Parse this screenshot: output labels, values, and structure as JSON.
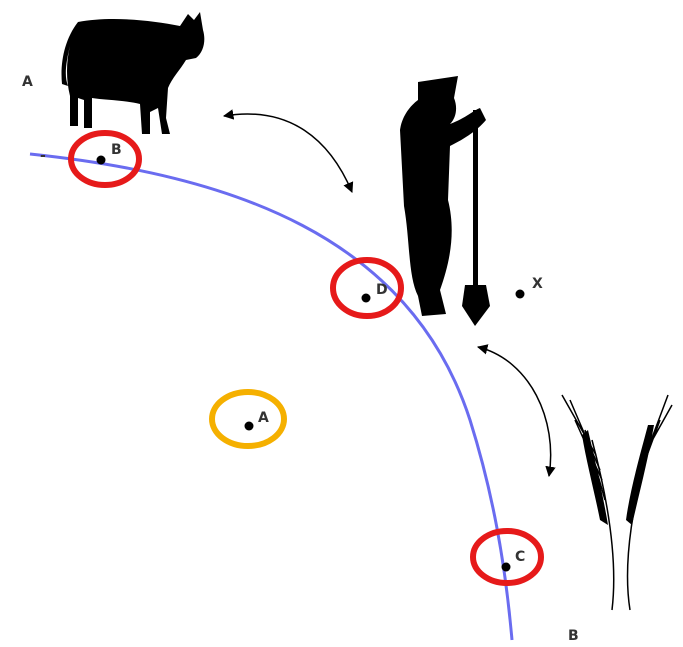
{
  "labels": {
    "top_left": "A",
    "curve_start": "-",
    "point_b": "B",
    "point_d": "D",
    "point_x": "X",
    "point_a": "A",
    "point_c": "C",
    "bottom_right": "B"
  },
  "colors": {
    "curve": "#6a6cf0",
    "circle_on_curve": "#e61a1a",
    "circle_off_curve": "#f5b000",
    "silhouette": "#000000",
    "arrow": "#000000"
  },
  "icons": [
    "cow-silhouette",
    "farmer-with-spade-silhouette",
    "wheat-ears-silhouette",
    "double-headed-arrow"
  ]
}
